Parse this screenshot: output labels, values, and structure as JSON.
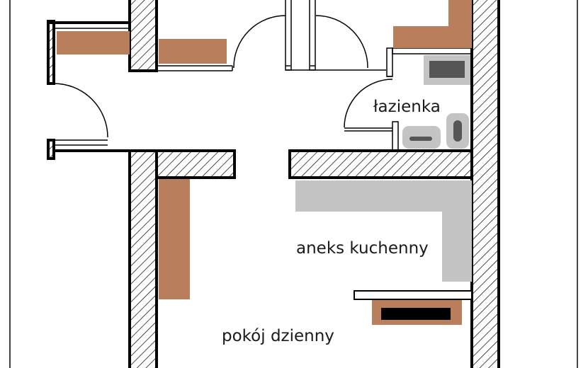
{
  "plan": {
    "rooms": {
      "bathroom": "łazienka",
      "kitchenette": "aneks kuchenny",
      "living_room": "pokój dzienny"
    }
  },
  "palette": {
    "wall_outline": "#000000",
    "hatch": "#000000",
    "wood_furniture": "#b97e5b",
    "kitchen_counter": "#c4c4c4",
    "fixture_fill": "#555555",
    "fixture_border": "#bfbfbf",
    "frame": "#444444"
  }
}
